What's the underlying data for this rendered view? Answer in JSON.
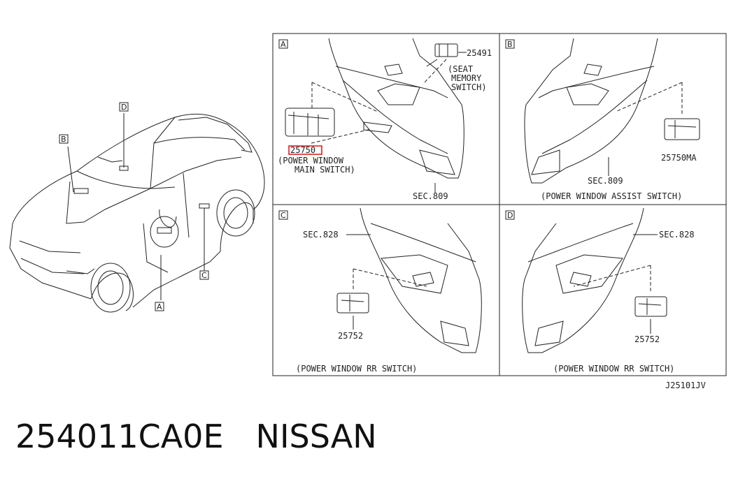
{
  "diagram": {
    "car_callouts": [
      "A",
      "B",
      "C",
      "D"
    ],
    "panels": [
      {
        "letter": "A",
        "part": "25491",
        "part_note_lines": [
          "(SEAT",
          "MEMORY",
          "SWITCH)"
        ],
        "main_part": "25750",
        "main_note_lines": [
          "(POWER WINDOW",
          "MAIN SWITCH)"
        ],
        "sec": "SEC.809"
      },
      {
        "letter": "B",
        "part": "25750MA",
        "sec": "SEC.809",
        "caption": "(POWER WINDOW ASSIST SWITCH)"
      },
      {
        "letter": "C",
        "part": "25752",
        "sec": "SEC.828",
        "caption": "(POWER WINDOW RR SWITCH)"
      },
      {
        "letter": "D",
        "part": "25752",
        "sec": "SEC.828",
        "caption": "(POWER WINDOW RR SWITCH)"
      }
    ],
    "diagram_id": "J25101JV"
  },
  "footer": {
    "part_number": "254011CA0E",
    "brand": "NISSAN"
  },
  "colors": {
    "highlight": "#e00000",
    "line": "#222222"
  }
}
